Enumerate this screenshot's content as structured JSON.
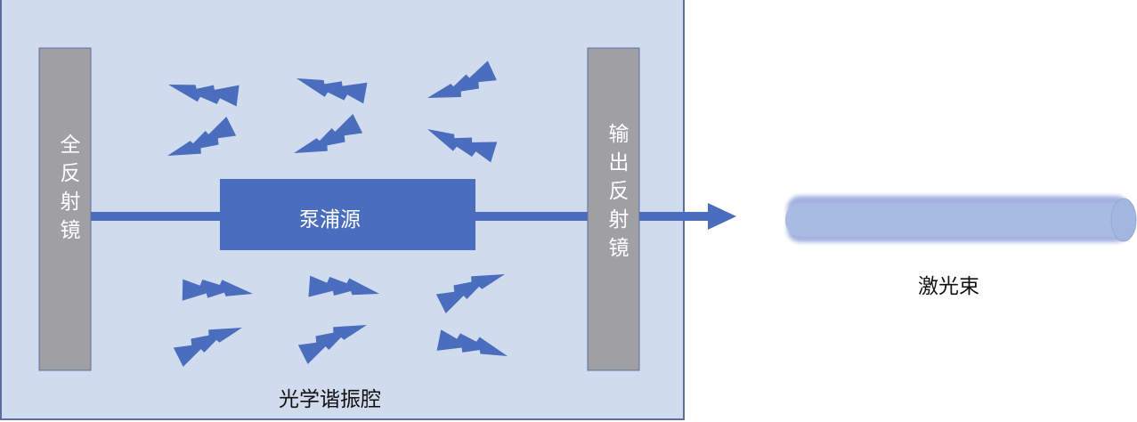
{
  "diagram": {
    "cavity_label": "光学谐振腔",
    "left_mirror_label": "全反射镜",
    "right_mirror_label": "输出反射镜",
    "pump_label": "泵浦源",
    "beam_label": "激光束"
  },
  "colors": {
    "cavity_fill": "#d0dcee",
    "cavity_border": "#5b6f9e",
    "mirror": "#a09fa4",
    "pump": "#4a6ebd",
    "bolt": "#4a6ebd",
    "beam": "#a8bbe2"
  }
}
